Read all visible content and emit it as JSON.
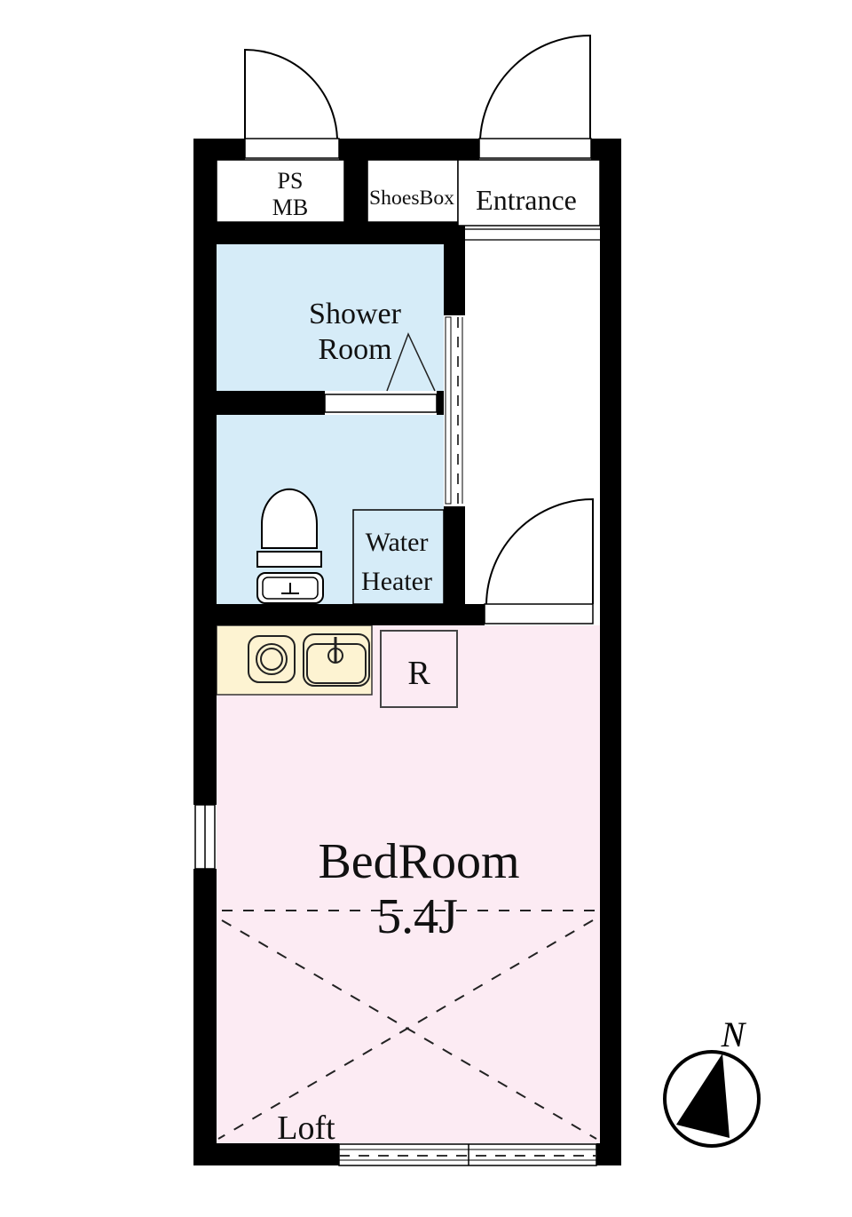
{
  "plan": {
    "rooms": {
      "ps_mb": {
        "line1": "PS",
        "line2": "MB"
      },
      "shoes_box": {
        "label": "ShoesBox"
      },
      "entrance": {
        "label": "Entrance"
      },
      "shower_room": {
        "line1": "Shower",
        "line2": "Room",
        "fill": "#d6ecf8"
      },
      "toilet_room": {
        "fill": "#d6ecf8"
      },
      "water_heater": {
        "line1": "Water",
        "line2": "Heater"
      },
      "kitchen": {
        "fill": "#fdf3d2"
      },
      "refrigerator": {
        "label": "R"
      },
      "bedroom": {
        "label": "BedRoom",
        "size": "5.4J",
        "fill": "#fcebf3"
      },
      "loft": {
        "label": "Loft"
      }
    },
    "compass": {
      "label": "N"
    },
    "colors": {
      "wall": "#000000",
      "wet_area": "#d6ecf8",
      "kitchen": "#fdf3d2",
      "bedroom": "#fcebf3"
    }
  }
}
